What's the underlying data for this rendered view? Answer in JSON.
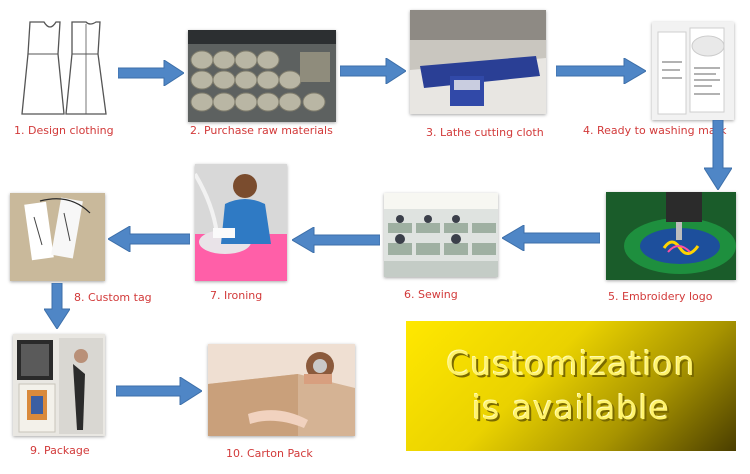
{
  "steps": [
    {
      "label": "1.  Design clothing",
      "icon": "dress-sketch-image"
    },
    {
      "label": "2.  Purchase raw materials",
      "icon": "fabric-rolls-image"
    },
    {
      "label": "3.  Lathe cutting cloth",
      "icon": "cutting-machine-image"
    },
    {
      "label": "4.  Ready  to  washing mark",
      "icon": "washing-labels-image"
    },
    {
      "label": "5.  Embroidery logo",
      "icon": "embroidery-image"
    },
    {
      "label": "6.  Sewing",
      "icon": "sewing-floor-image"
    },
    {
      "label": "7.  Ironing",
      "icon": "ironing-image"
    },
    {
      "label": "8.  Custom tag",
      "icon": "hang-tag-image"
    },
    {
      "label": "9.  Package",
      "icon": "package-image"
    },
    {
      "label": "10.  Carton Pack",
      "icon": "carton-image"
    }
  ],
  "banner": {
    "line1": "Customization",
    "line2": "is available"
  },
  "colors": {
    "label": "#d23a3a",
    "arrow": "#4f86c6",
    "banner": "#ffe800"
  }
}
